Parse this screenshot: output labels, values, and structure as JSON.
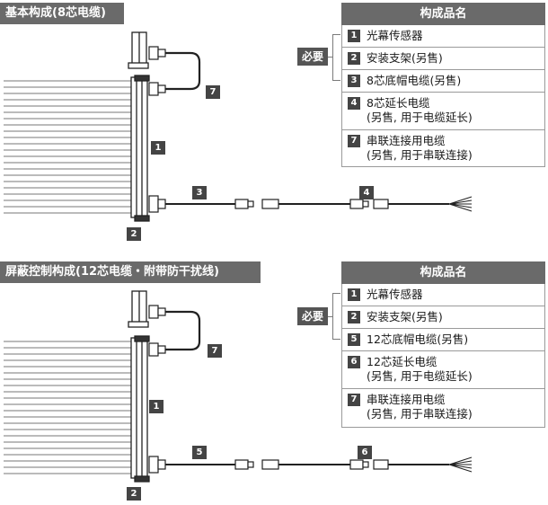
{
  "section1": {
    "title": "基本构成(8芯电缆)",
    "table_header": "构成品名",
    "required_label": "必要",
    "rows": [
      {
        "num": "1",
        "line1": "光幕传感器",
        "line2": ""
      },
      {
        "num": "2",
        "line1": "安装支架(另售)",
        "line2": ""
      },
      {
        "num": "3",
        "line1": "8芯底帽电缆(另售)",
        "line2": ""
      },
      {
        "num": "4",
        "line1": "8芯延长电缆",
        "line2": "(另售, 用于电缆延长)"
      },
      {
        "num": "7",
        "line1": "串联连接用电缆",
        "line2": "(另售, 用于串联连接)"
      }
    ],
    "diagram_labels": {
      "cable_link": "7",
      "sensor": "1",
      "bracket": "2",
      "cap_cable": "3",
      "extension": "4"
    }
  },
  "section2": {
    "title": "屏蔽控制构成(12芯电缆・附带防干扰线)",
    "table_header": "构成品名",
    "required_label": "必要",
    "rows": [
      {
        "num": "1",
        "line1": "光幕传感器",
        "line2": ""
      },
      {
        "num": "2",
        "line1": "安装支架(另售)",
        "line2": ""
      },
      {
        "num": "5",
        "line1": "12芯底帽电缆(另售)",
        "line2": ""
      },
      {
        "num": "6",
        "line1": "12芯延长电缆",
        "line2": "(另售, 用于电缆延长)"
      },
      {
        "num": "7",
        "line1": "串联连接用电缆",
        "line2": "(另售, 用于串联连接)"
      }
    ],
    "diagram_labels": {
      "cable_link": "7",
      "sensor": "1",
      "bracket": "2",
      "cap_cable": "5",
      "extension": "6"
    }
  },
  "colors": {
    "header_bg": "#6a6a6a",
    "badge_bg": "#444444",
    "line": "#555555"
  }
}
